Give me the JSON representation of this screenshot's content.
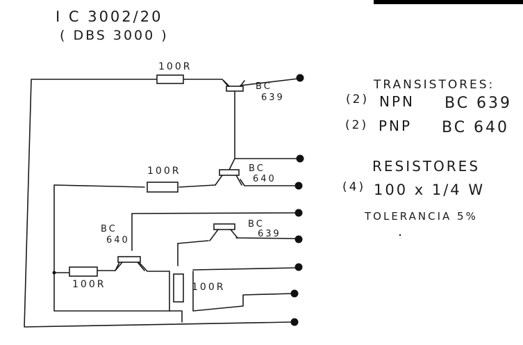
{
  "title": {
    "line1": "I C  3002/20",
    "line2": "( DBS  3000 )"
  },
  "schematic": {
    "resistor_labels": [
      "100R",
      "100R",
      "100R",
      "100R"
    ],
    "transistor_labels": [
      {
        "type": "BC",
        "number": "639"
      },
      {
        "type": "BC",
        "number": "640"
      },
      {
        "type": "BC",
        "number": "640"
      },
      {
        "type": "BC",
        "number": "639"
      }
    ]
  },
  "notes": {
    "transistors_heading": "TRANSISTORES:",
    "transistors": [
      {
        "qty": "(2)",
        "kind": "NPN",
        "part": "BC 639"
      },
      {
        "qty": "(2)",
        "kind": "PNP",
        "part": "BC 640"
      }
    ],
    "resistors_heading": "RESISTORES",
    "resistors": {
      "qty": "(4)",
      "spec": "100 x 1/4 W"
    },
    "tolerance": "TOLERANCIA  5%"
  }
}
